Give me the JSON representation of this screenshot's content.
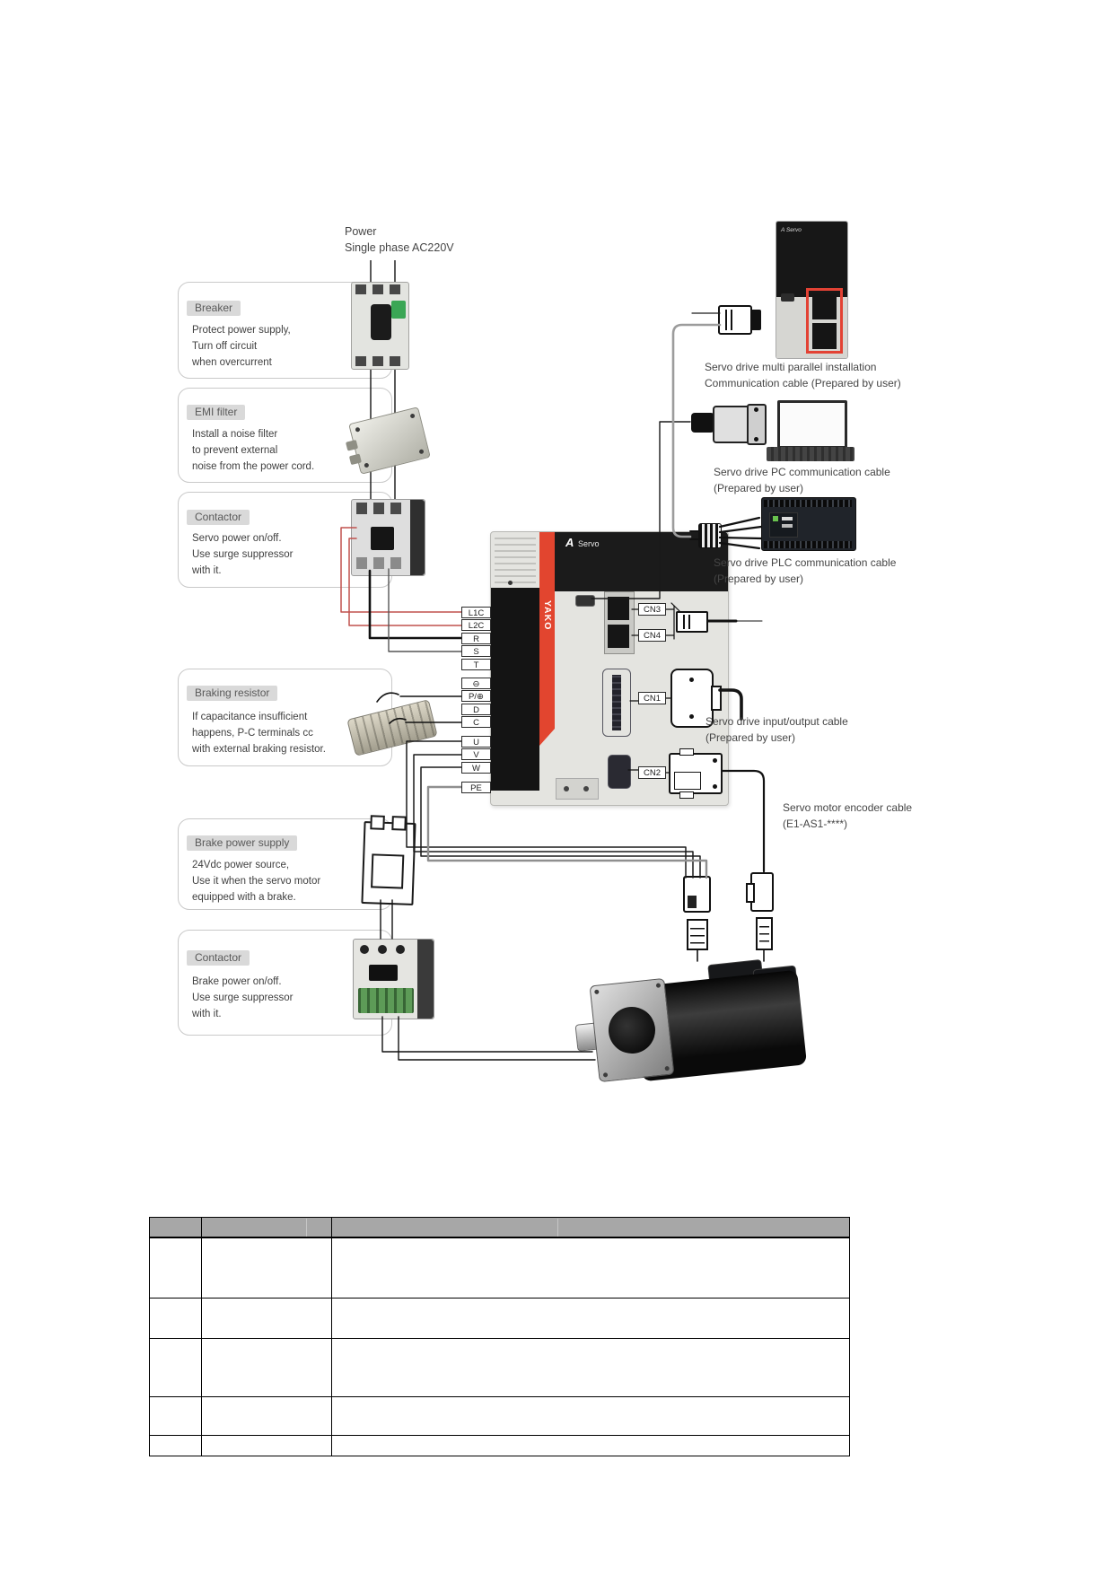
{
  "power_label": {
    "line1": "Power",
    "line2": "Single phase AC220V"
  },
  "boxes": {
    "breaker": {
      "title": "Breaker",
      "lines": [
        "Protect power supply,",
        "Turn off circuit",
        "when overcurrent"
      ]
    },
    "emi": {
      "title": "EMI filter",
      "lines": [
        "Install a noise filter",
        "to prevent external",
        "noise from the power cord."
      ]
    },
    "contactor1": {
      "title": "Contactor",
      "lines": [
        "Servo power on/off.",
        "Use surge suppressor",
        "with it."
      ]
    },
    "braking": {
      "title": "Braking resistor",
      "lines": [
        "If capacitance insufficient",
        "happens, P-C terminals cc",
        "with external braking resistor."
      ]
    },
    "brake_supply": {
      "title": "Brake power supply",
      "lines": [
        "24Vdc power source,",
        "Use it when the servo motor",
        "equipped with a brake."
      ]
    },
    "contactor2": {
      "title": "Contactor",
      "lines": [
        "Brake power on/off.",
        "Use surge suppressor",
        "with it."
      ]
    }
  },
  "drive": {
    "brand": "YAKO",
    "logo_a": "A",
    "logo_text": "Servo",
    "terminals_power": [
      "L1C",
      "L2C",
      "R",
      "S",
      "T"
    ],
    "terminals_dc": [
      "⊖",
      "P/⊕",
      "D",
      "C"
    ],
    "terminals_motor": [
      "U",
      "V",
      "W"
    ],
    "terminal_pe": "PE"
  },
  "drive2": {
    "logo": "A Servo"
  },
  "connectors": {
    "cn1": "CN1",
    "cn2": "CN2",
    "cn3": "CN3",
    "cn4": "CN4"
  },
  "cables": {
    "multi": [
      "Servo drive multi parallel installation",
      "Communication cable (Prepared by user)"
    ],
    "pc": [
      "Servo drive PC communication cable",
      "(Prepared by user)"
    ],
    "plc": [
      "Servo drive PLC communication cable",
      "(Prepared by user)"
    ],
    "io": [
      "Servo drive input/output cable",
      "(Prepared by user)"
    ],
    "encoder": [
      "Servo motor encoder cable",
      "(E1-AS1-****)"
    ]
  },
  "colors": {
    "accent_red": "#e2452f",
    "wire_red": "#c0504d",
    "wire_gray": "#9c9c9c",
    "table_header": "#a7a7a7"
  },
  "table": {
    "columns": 3,
    "rows": 5,
    "header_bg": "#a7a7a7",
    "cells_empty": true
  }
}
